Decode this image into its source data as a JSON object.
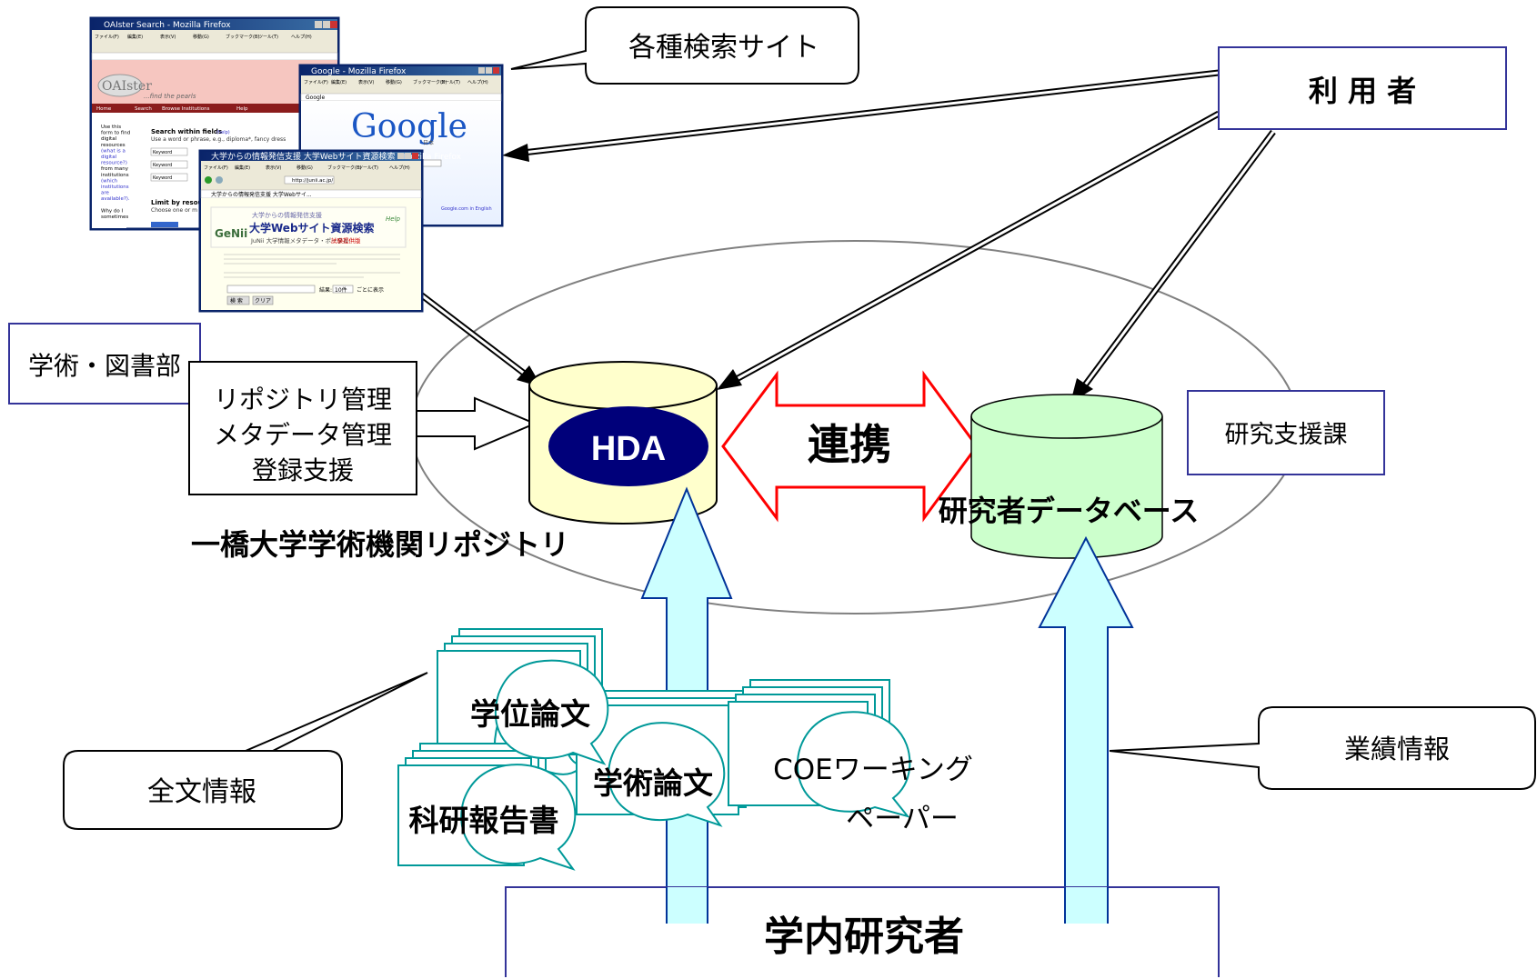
{
  "labels": {
    "search_sites": "各種検索サイト",
    "users": "利 用 者",
    "library_dept": "学術・図書部",
    "management_line1": "リポジトリ管理",
    "management_line2": "メタデータ管理",
    "management_line3": "登録支援",
    "hda": "HDA",
    "cooperation": "連携",
    "researcher_db": "研究者データベース",
    "research_support": "研究支援課",
    "repository_name": "一橋大学学術機関リポジトリ",
    "full_text": "全文情報",
    "achievements": "業績情報",
    "campus_researchers": "学内研究者"
  },
  "documents": {
    "doctoral_thesis": "学位論文",
    "academic_paper": "学術論文",
    "coe_line1": "COEワーキング",
    "coe_line2": "ペーパー",
    "kaken_report": "科研報告書"
  },
  "screenshots": {
    "oaister": {
      "window_title": "OAIster Search - Mozilla Firefox",
      "logo": "OAIster",
      "tagline": "...find the pearls",
      "nav": [
        "Home",
        "Search",
        "Browse Institutions",
        "Help"
      ],
      "heading": "Search within fields",
      "help": "(help)",
      "hint": "Use a word or phrase, e.g., diploma*, fancy dress",
      "side_text": [
        "Use this",
        "form to find",
        "digital",
        "resources",
        "(what is a",
        "digital",
        "resource?)",
        "from many",
        "institutions",
        "(which",
        "institutions",
        "are",
        "available?).",
        "",
        "Why do I",
        "sometimes"
      ],
      "field": "Keyword",
      "limit": "Limit by resour",
      "choose": "Choose one or m"
    },
    "google": {
      "window_title": "Google - Mozilla Firefox",
      "tab": "Google",
      "logo": "Google",
      "sub": "日本",
      "footer": "Google.com in English"
    },
    "genii": {
      "window_title": "大学からの情報発信支援 大学Webサイト資源検索 - Mozilla Firefox",
      "tab": "大学からの情報発信支援 大学Webサイ...",
      "url": "http://junii.ac.jp/",
      "logo": "GeNii",
      "banner_small": "大学からの情報発信支援",
      "banner_title": "大学Webサイト資源検索",
      "banner_sub": "JuNii 大学情報メタデータ・ポータル",
      "trial": "試験提供版",
      "help": "Help",
      "search_btn": "検 索",
      "clear_btn": "クリア",
      "result_label": "結果:",
      "result_count": "10件",
      "result_unit": "ごとに表示"
    },
    "menu_items": [
      "ファイル(F)",
      "編集(E)",
      "表示(V)",
      "移動(G)",
      "ブックマーク(B)",
      "ツール(T)",
      "ヘルプ(H)"
    ]
  },
  "colors": {
    "hda_cylinder": "#ffffcc",
    "hda_oval": "#00007a",
    "db_cylinder": "#ccffcc",
    "up_arrow": "#ccffff",
    "up_arrow_stroke": "#003399",
    "cooperation_arrow": "#ff0000",
    "doc_stroke": "#009999",
    "box_border_blue": "#333399",
    "window_title_blue": "#0a246a"
  }
}
